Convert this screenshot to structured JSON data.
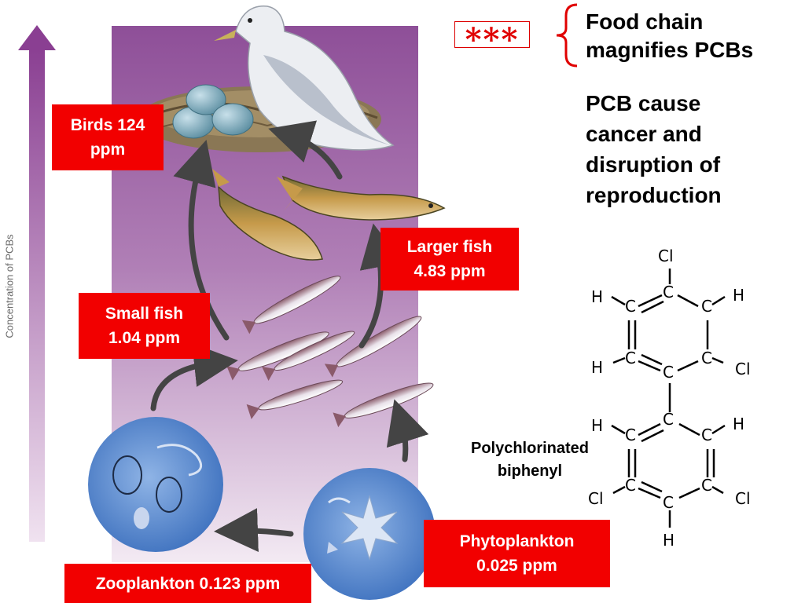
{
  "axis_label": "Concentration of PCBs",
  "levels": {
    "birds": {
      "line1": "Birds 124",
      "line2": "ppm"
    },
    "larger_fish": {
      "line1": "Larger fish",
      "line2": "4.83 ppm"
    },
    "small_fish": {
      "line1": "Small fish",
      "line2": "1.04 ppm"
    },
    "phytoplankton": {
      "line1": "Phytoplankton",
      "line2": "0.025 ppm"
    },
    "zooplankton": {
      "line1": "Zooplankton 0.123 ppm"
    }
  },
  "stars": "***",
  "notes": {
    "food_chain": {
      "line1": "Food chain",
      "line2": "magnifies PCBs"
    },
    "pcb_effects": {
      "line1": "PCB cause",
      "line2": "cancer and",
      "line3": "disruption of",
      "line4": "reproduction"
    }
  },
  "molecule": {
    "name_line1": "Polychlorinated",
    "name_line2": "biphenyl",
    "atoms": {
      "cl": "Cl",
      "c": "C",
      "h": "H"
    }
  },
  "colors": {
    "label_bg": "#f20000",
    "panel_top": "#9a5ba0",
    "panel_bottom": "#efe3ef",
    "arrow": "#444444",
    "plankton": "#5e8fd1"
  }
}
